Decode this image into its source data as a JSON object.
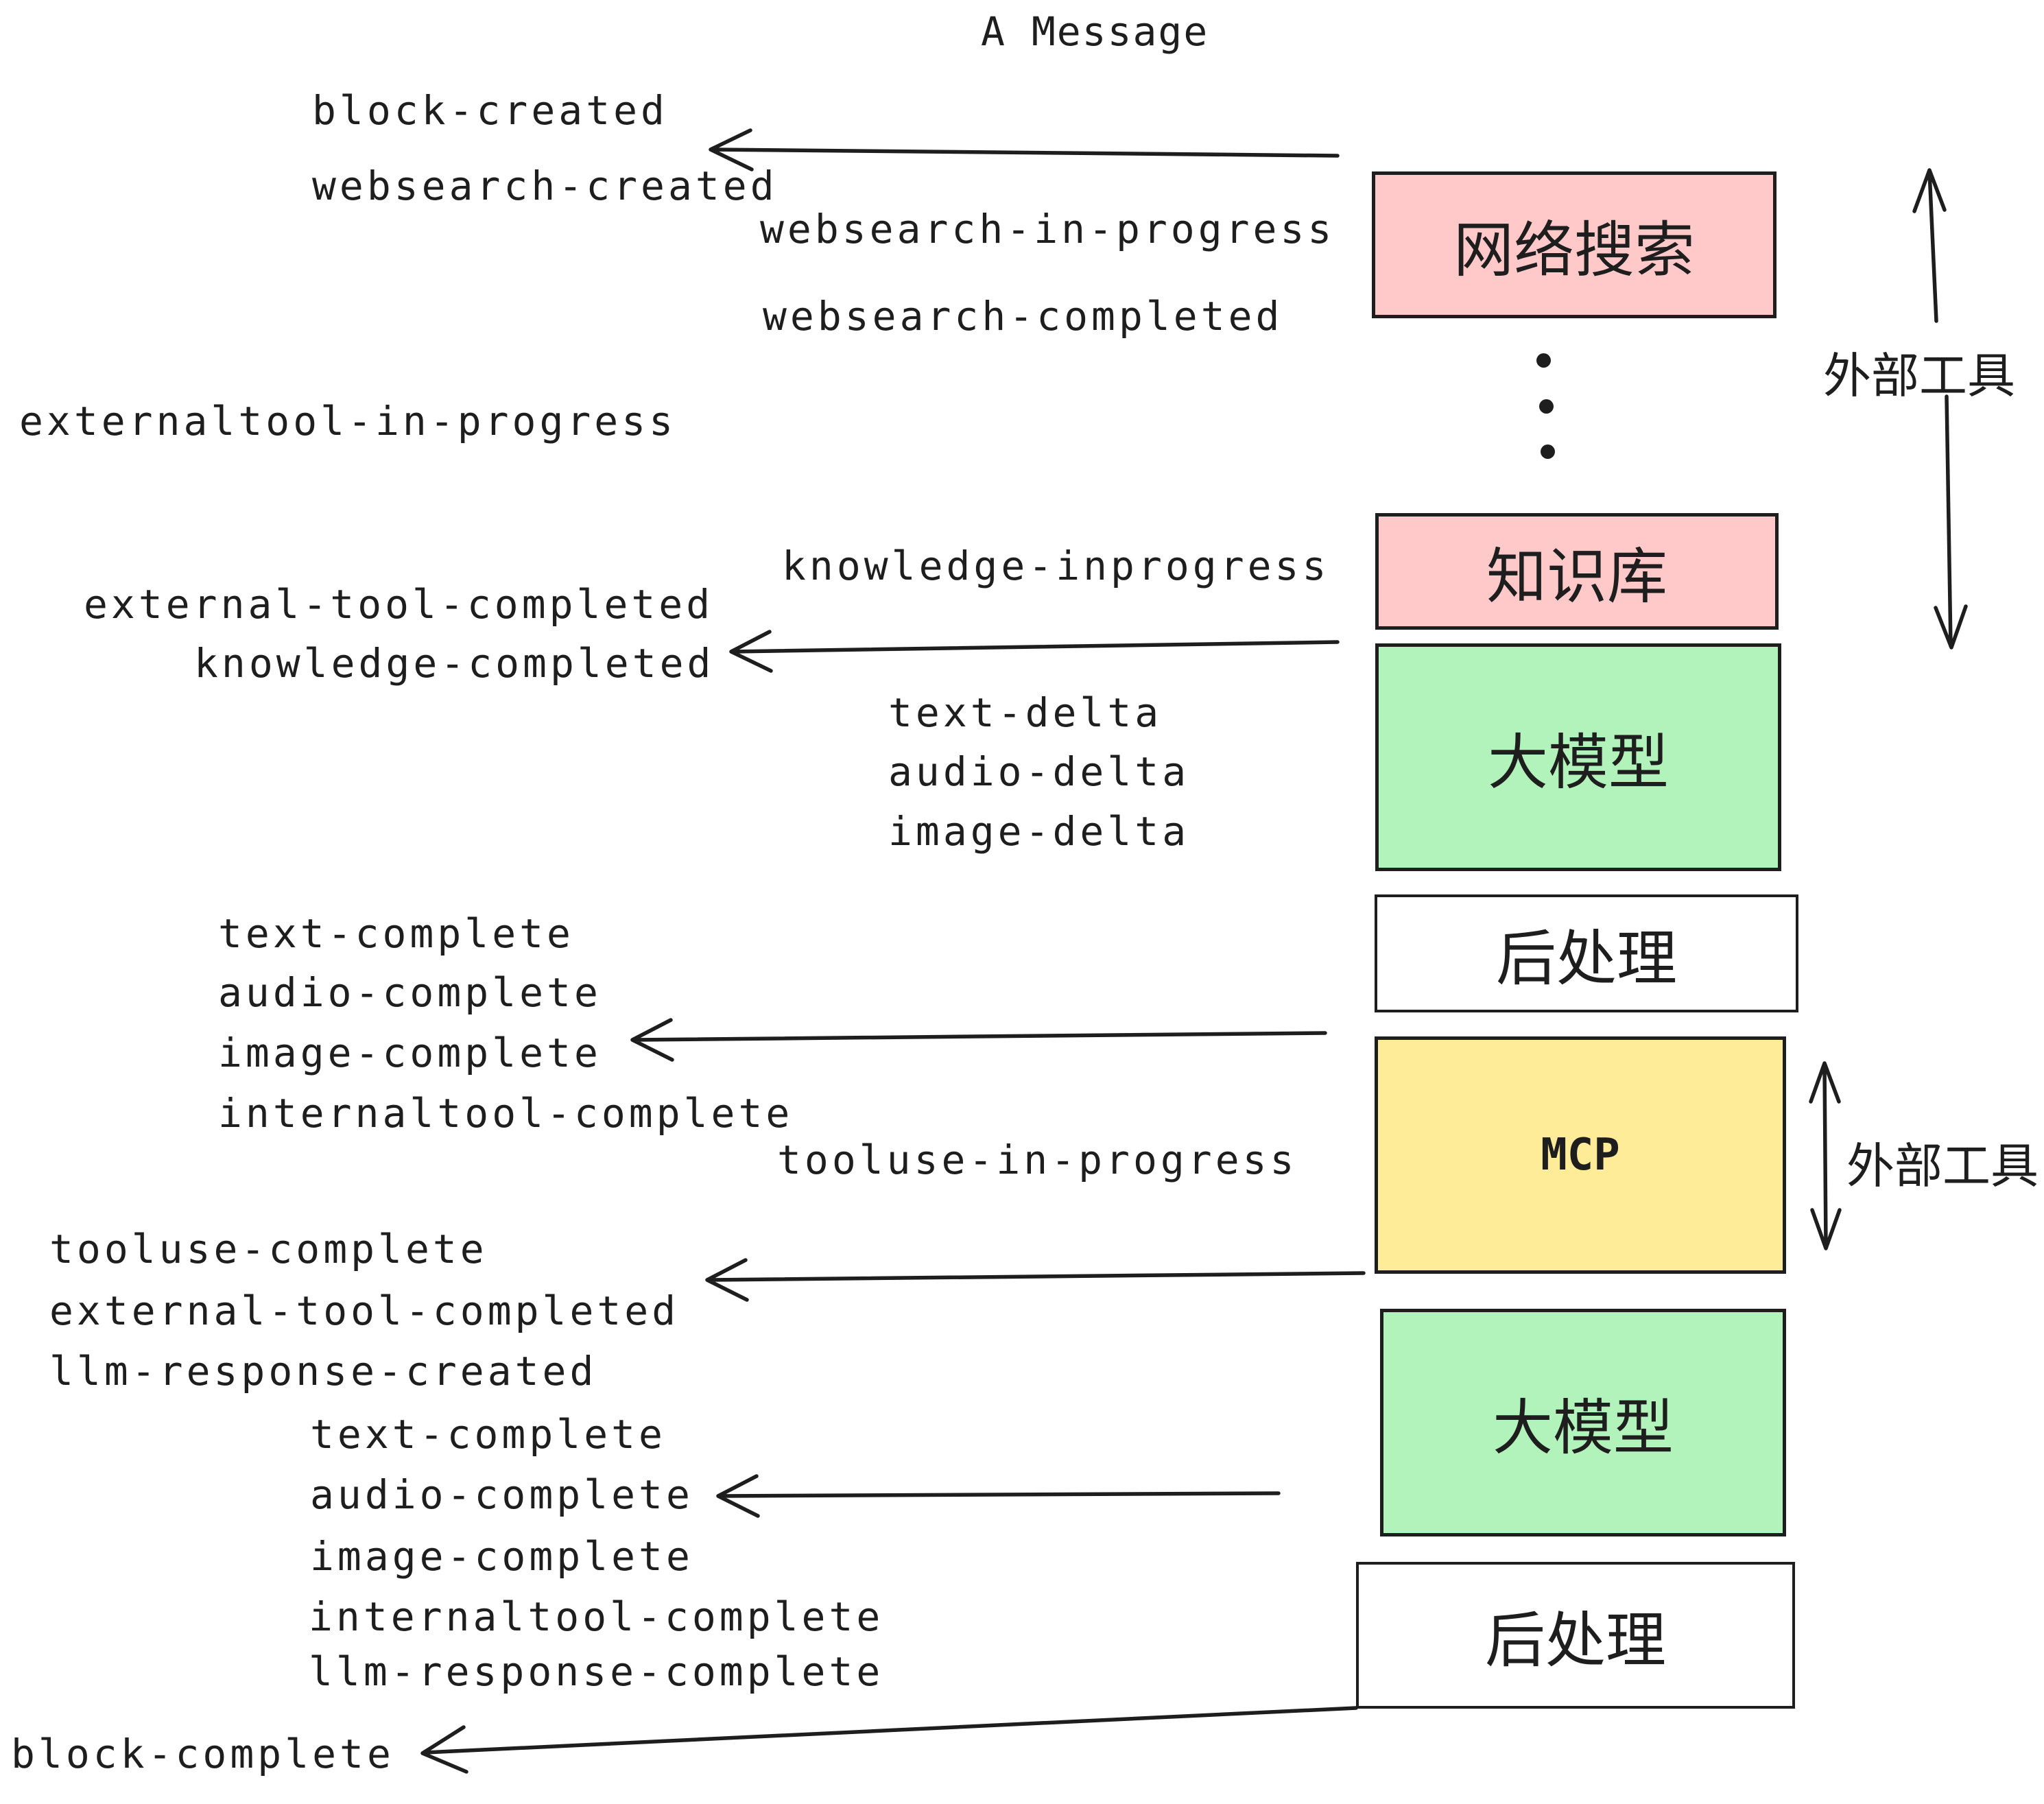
{
  "title": "A Message",
  "colors": {
    "ink": "#1e1e1e",
    "pink": "#ffc9c9",
    "green": "#b2f2bb",
    "yellow": "#ffec99",
    "white": "#ffffff"
  },
  "boxes": {
    "websearch": {
      "label": "网络搜索"
    },
    "knowledge": {
      "label": "知识库"
    },
    "llm1": {
      "label": "大模型"
    },
    "post1": {
      "label": "后处理"
    },
    "mcp": {
      "label": "MCP"
    },
    "llm2": {
      "label": "大模型"
    },
    "post2": {
      "label": "后处理"
    }
  },
  "annotations": {
    "external_tools_top": "外部工具",
    "external_tools_mcp": "外部工具"
  },
  "events": {
    "block_created": "block-created",
    "websearch_created": "websearch-created",
    "websearch_in_progress": "websearch-in-progress",
    "websearch_completed": "websearch-completed",
    "externaltool_in_progress": "externaltool-in-progress",
    "knowledge_inprogress": "knowledge-inprogress",
    "external_tool_completed": "external-tool-completed",
    "knowledge_completed": "knowledge-completed",
    "text_delta": "text-delta",
    "audio_delta": "audio-delta",
    "image_delta": "image-delta",
    "text_complete": "text-complete",
    "audio_complete": "audio-complete",
    "image_complete": "image-complete",
    "internaltool_complete": "internaltool-complete",
    "tooluse_in_progress": "tooluse-in-progress",
    "tooluse_complete": "tooluse-complete",
    "external_tool_completed2": "external-tool-completed",
    "llm_response_created": "llm-response-created",
    "text_complete2": "text-complete",
    "audio_complete2": "audio-complete",
    "image_complete2": "image-complete",
    "internaltool_complete2": "internaltool-complete",
    "llm_response_complete": "llm-response-complete",
    "block_complete": "block-complete"
  }
}
